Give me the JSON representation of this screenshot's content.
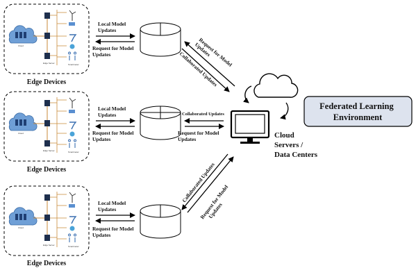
{
  "clusters": [
    {
      "caption": "Edge Devices",
      "up_label": [
        "Local Model",
        "Updates"
      ],
      "down_label": [
        "Request for Model",
        "Updates"
      ]
    },
    {
      "caption": "Edge Devices",
      "up_label": [
        "Local Model",
        "Updates"
      ],
      "down_label": [
        "Request for Model",
        "Updates"
      ]
    },
    {
      "caption": "Edge Devices",
      "up_label": [
        "Local Model",
        "Updates"
      ],
      "down_label": [
        "Request for Model",
        "Updates"
      ]
    }
  ],
  "links": {
    "top_request": [
      "Request for Model",
      "Updates"
    ],
    "top_collab": "Collaborated Updates",
    "mid_collab": "Collaborated Updates",
    "mid_request": [
      "Request for Model",
      "Updates"
    ],
    "bot_collab": "Collaborated Updates",
    "bot_request": [
      "Request for Model",
      "Updates"
    ]
  },
  "server": {
    "label": [
      "Cloud",
      "Servers /",
      "Data Centers"
    ]
  },
  "fl_box": {
    "label": [
      "Federated Learning",
      "Environment"
    ],
    "fill": "#dde3ee"
  },
  "mini": {
    "cloud_label": "Cloud",
    "switch_label": "Edge Server",
    "end_label": "Smartmeter"
  }
}
